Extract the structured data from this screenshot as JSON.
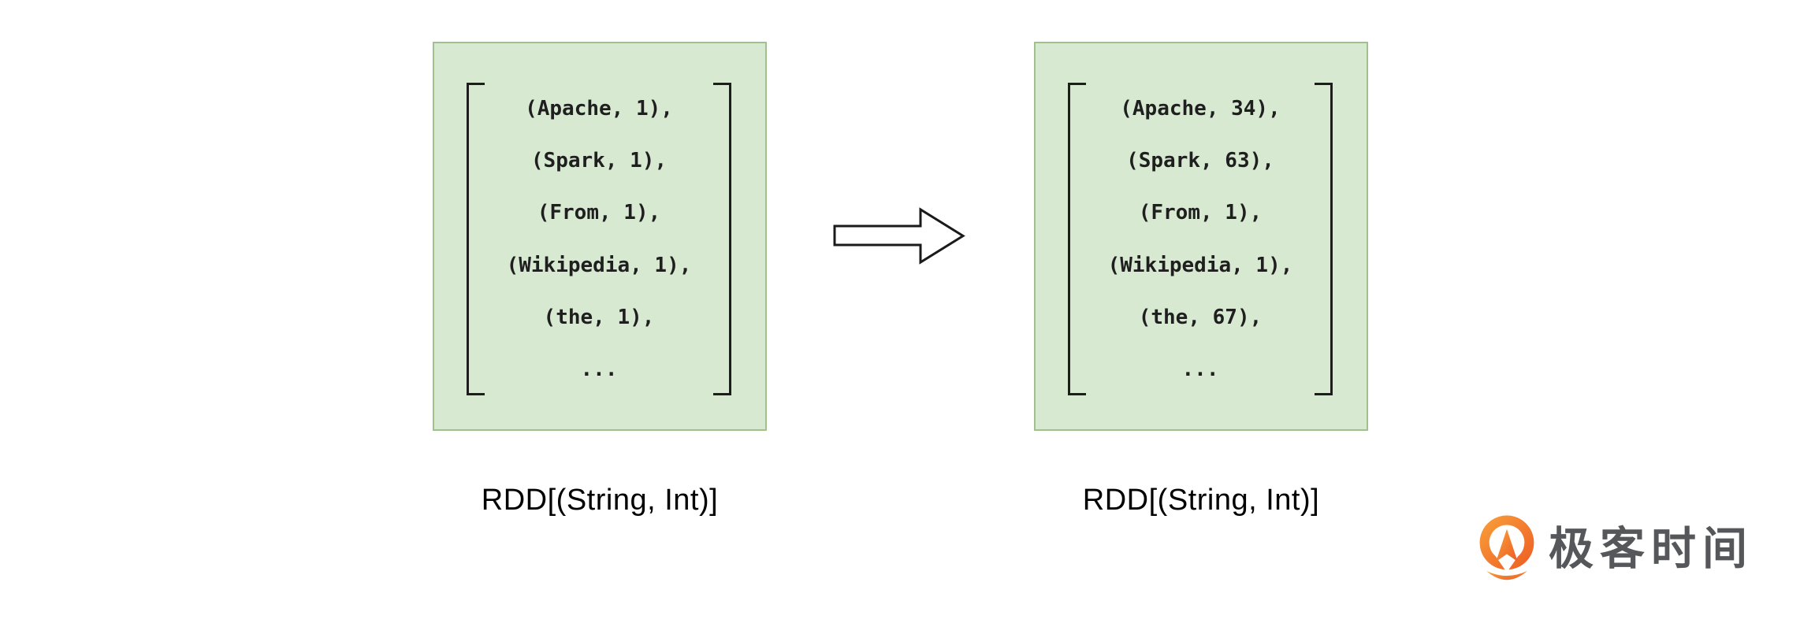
{
  "diagram": {
    "left_box": {
      "rows": [
        "(Apache, 1),",
        "(Spark, 1),",
        "(From, 1),",
        "(Wikipedia, 1),",
        "(the, 1),",
        "..."
      ],
      "label": "RDD[(String, Int)]"
    },
    "right_box": {
      "rows": [
        "(Apache, 34),",
        "(Spark, 63),",
        "(From, 1),",
        "(Wikipedia, 1),",
        "(the, 67),",
        "..."
      ],
      "label": "RDD[(String, Int)]"
    },
    "arrow_icon": "right-arrow",
    "bracket_style": "matrix-square-brackets"
  },
  "logo": {
    "icon": "geektime-q-mark",
    "text": "极客时间"
  },
  "colors": {
    "box_fill": "#d8e9d2",
    "box_border": "#a0c08c",
    "bracket": "#1d1d1d",
    "tuple_text": "#1f1f1f",
    "arrow_outline": "#1a1a1a",
    "arrow_fill": "#ffffff",
    "label_text": "#000000",
    "logo_orange_light": "#f9a13a",
    "logo_orange_dark": "#ed5b24",
    "logo_text": "#56575a",
    "background": "#ffffff"
  }
}
